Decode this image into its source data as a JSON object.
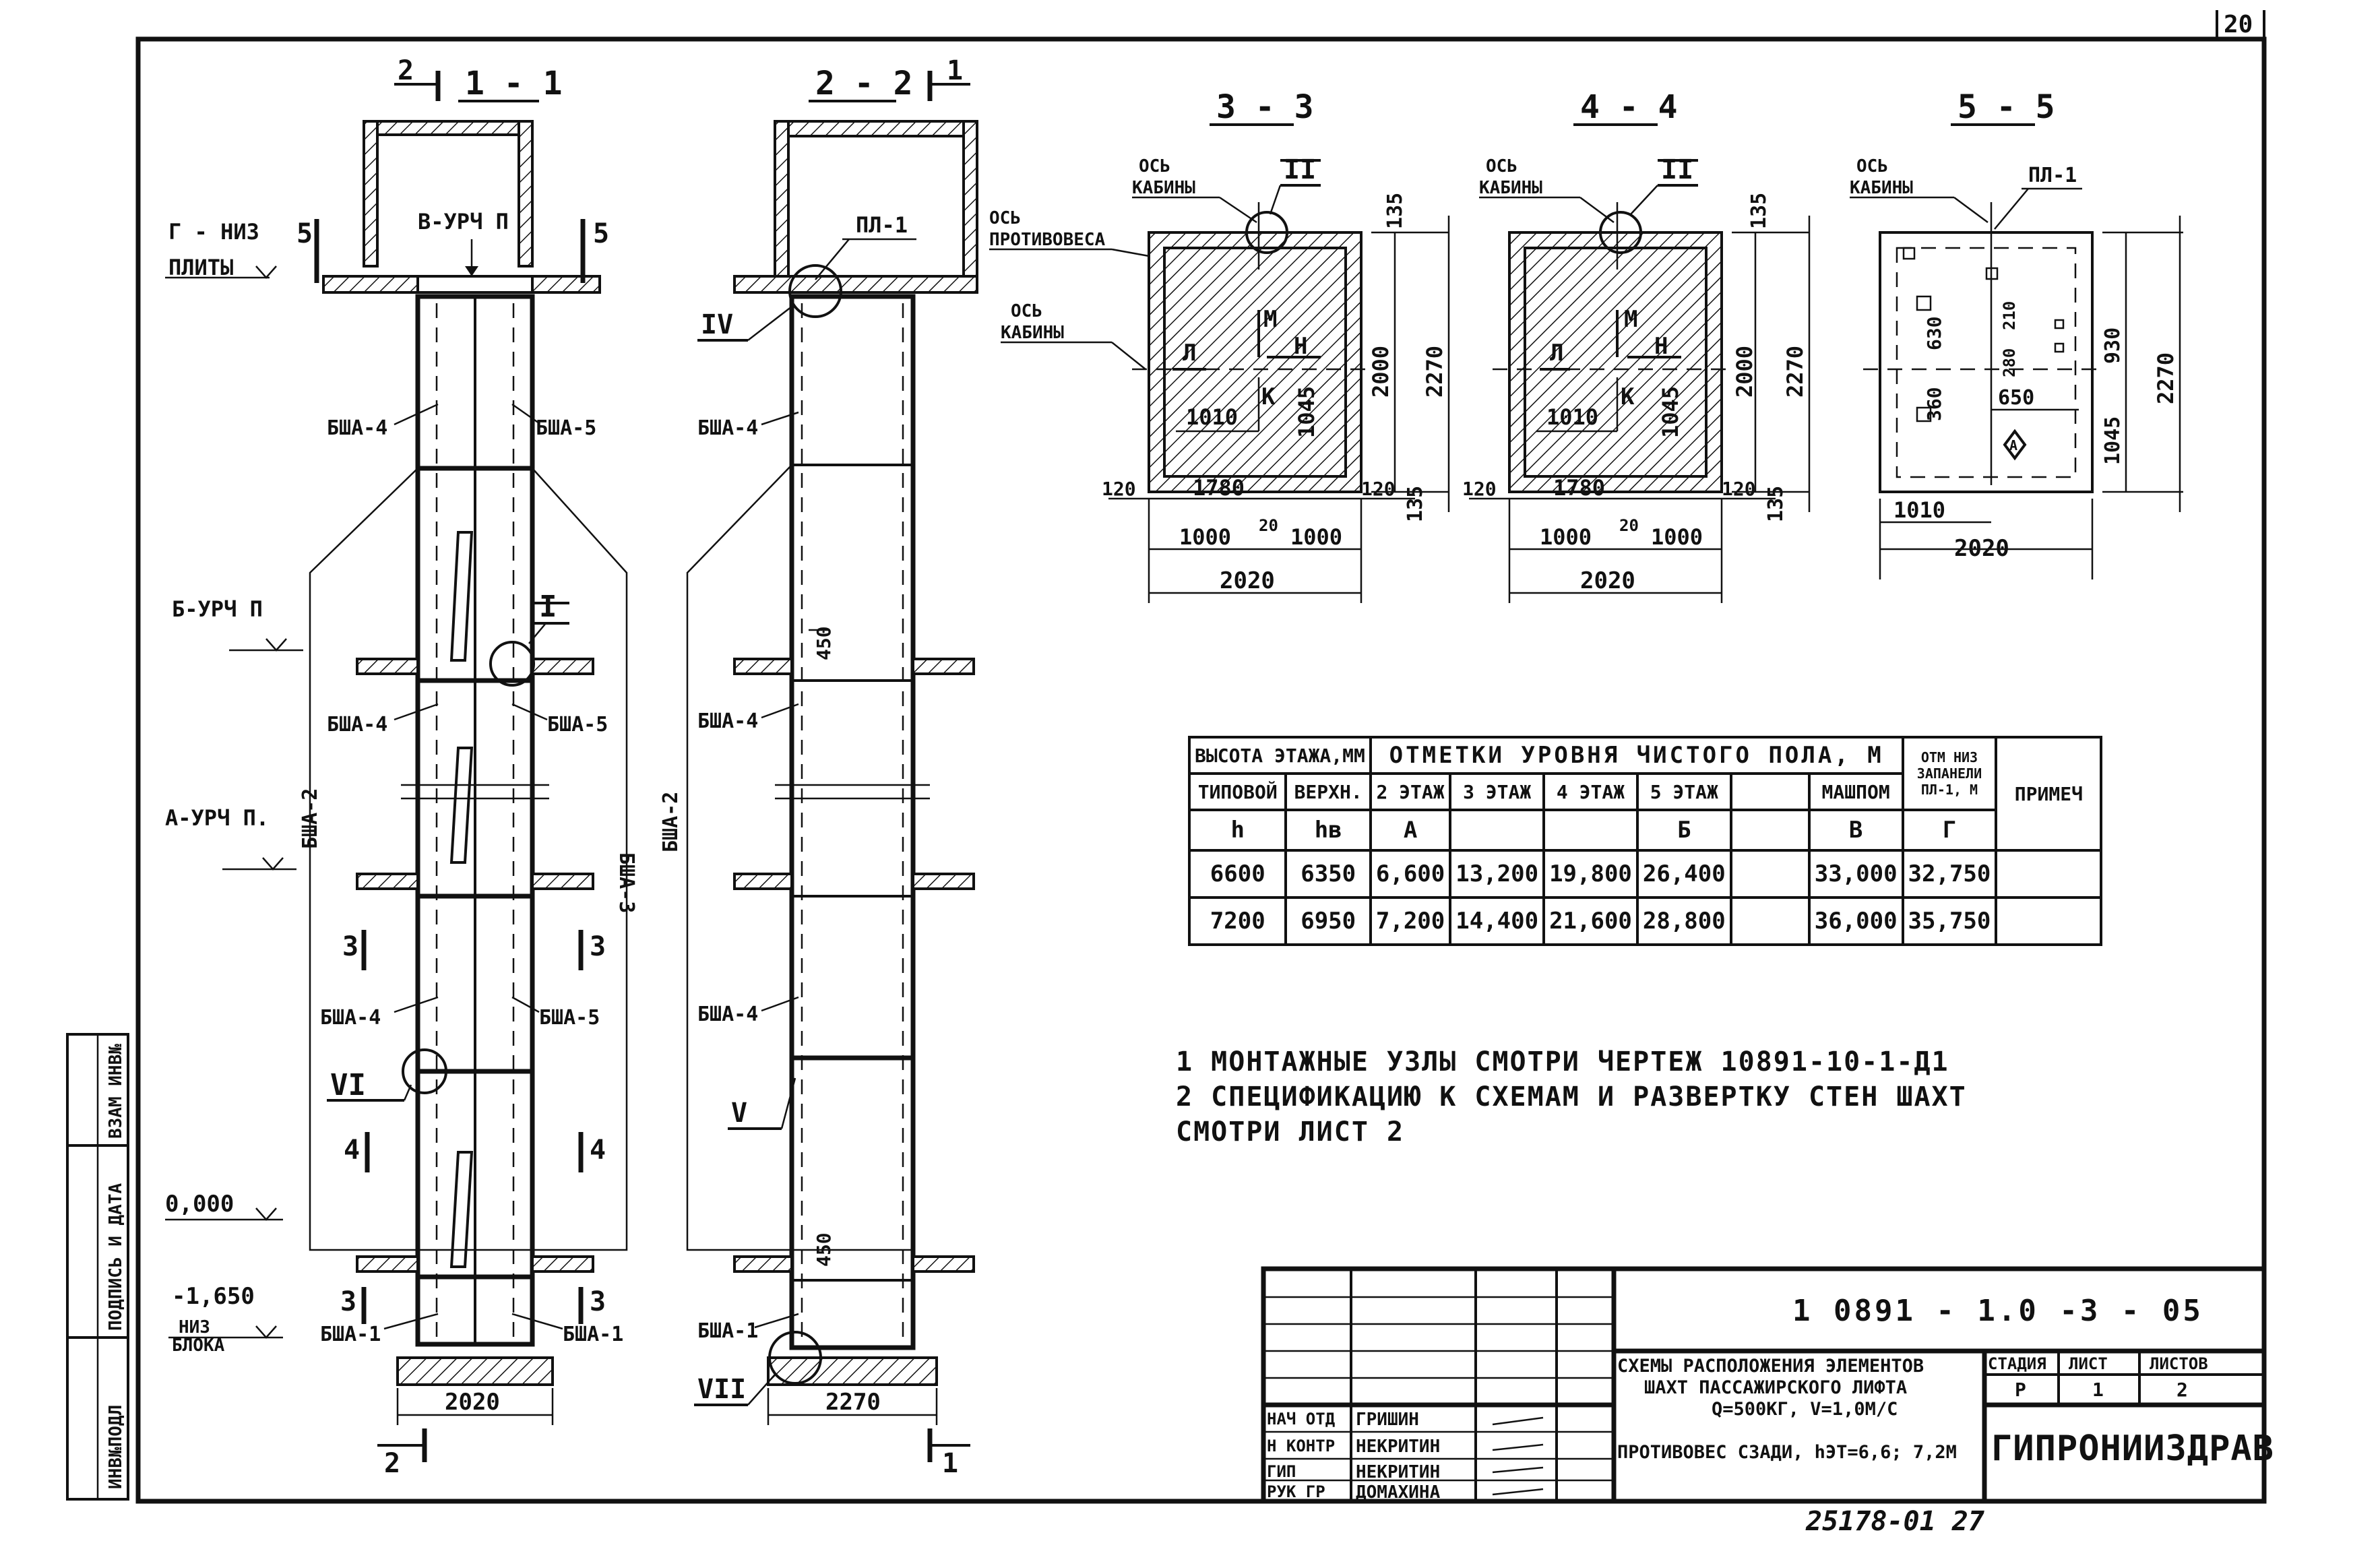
{
  "page_number": "20",
  "sections": {
    "s11": {
      "title": "1 - 1",
      "mark_left": "2",
      "mark_bottom": "2"
    },
    "s22": {
      "title": "2 - 2",
      "mark_right": "1",
      "mark_bottom": "1"
    },
    "s33": {
      "title": "3 - 3"
    },
    "s44": {
      "title": "4 - 4"
    },
    "s55": {
      "title": "5 - 5"
    }
  },
  "levels": {
    "g_niz_1": "Г - НИЗ",
    "g_niz_2": "ПЛИТЫ",
    "b_urch": "Б-УРЧ П",
    "a_urch": "А-УРЧ П.",
    "zero": "0,000",
    "minus": "-1,650",
    "niz_blok_1": "НИЗ",
    "niz_blok_2": "БЛОКА",
    "v_urch": "В-УРЧ П"
  },
  "labels": {
    "bsha4": "БША-4",
    "bsha5": "БША-5",
    "bsha1": "БША-1",
    "bsha2": "БША-2",
    "bsha3": "БША-3",
    "pl1": "ПЛ-1",
    "roman1": "I",
    "roman2": "II",
    "roman4": "IV",
    "roman5": "V",
    "roman6": "VI",
    "roman7": "VII",
    "num3": "3",
    "num4": "4",
    "num5": "5",
    "os_kab_1": "ОСЬ",
    "os_kab_2": "КАБИНЫ",
    "os_protiv_1": "ОСЬ",
    "os_protiv_2": "ПРОТИВОВЕСА",
    "L": "Л",
    "M": "М",
    "N": "Н",
    "K": "К",
    "A": "А"
  },
  "dims": {
    "d2020": "2020",
    "d2270": "2270",
    "d450": "450",
    "d135": "135",
    "d2000": "2000",
    "d1010": "1010",
    "d1045": "1045",
    "d120": "120",
    "d1780": "1780",
    "d1000": "1000",
    "d20": "20",
    "d630": "630",
    "d210": "210",
    "d280": "280",
    "d360": "360",
    "d650": "650",
    "d930": "930"
  },
  "table": {
    "head1": [
      "ВЫСОТА ЭТАЖА,ММ",
      "ОТМЕТКИ УРОВНЯ ЧИСТОГО ПОЛА, М",
      "ОТМ НИЗ ЗАПАНЕЛИ ПЛ-1, М",
      "ПРИМЕЧ"
    ],
    "head2": [
      "ТИПОВОЙ",
      "ВЕРХН.",
      "2 ЭТАЖ",
      "3 ЭТАЖ",
      "4 ЭТАЖ",
      "5 ЭТАЖ",
      "",
      "МАШПОМ"
    ],
    "head3": [
      "h",
      "hв",
      "А",
      "",
      "",
      "Б",
      "",
      "В",
      "Г"
    ],
    "rows": [
      [
        "6600",
        "6350",
        "6,600",
        "13,200",
        "19,800",
        "26,400",
        "",
        "33,000",
        "32,750"
      ],
      [
        "7200",
        "6950",
        "7,200",
        "14,400",
        "21,600",
        "28,800",
        "",
        "36,000",
        "35,750"
      ]
    ]
  },
  "notes": [
    "1 МОНТАЖНЫЕ УЗЛЫ СМОТРИ ЧЕРТЕЖ 10891-10-1-Д1",
    "2 СПЕЦИФИКАЦИЮ К СХЕМАМ И РАЗВЕРТКУ СТЕН ШАХТ",
    "   СМОТРИ ЛИСТ 2"
  ],
  "side_stamp": [
    "ИНВ№ПОДЛ",
    "ПОДПИСЬ И ДАТА",
    "ВЗАМ ИНВ№"
  ],
  "title_block": {
    "code": "1 0891 - 1.0 -3 - 05",
    "desc": [
      "СХЕМЫ РАСПОЛОЖЕНИЯ ЭЛЕМЕНТОВ",
      "ШАХТ ПАССАЖИРСКОГО ЛИФТА",
      "Q=500КГ, V=1,0М/С",
      "ПРОТИВОВЕС СЗАДИ, hЭТ=6,6; 7,2М"
    ],
    "stage_head": "СТАДИЯ",
    "sheet_head": "ЛИСТ",
    "sheets_head": "ЛИСТОВ",
    "stage": "Р",
    "sheet": "1",
    "sheets": "2",
    "org": "ГИПРОНИИЗДРАВ",
    "roles": [
      {
        "role": "НАЧ ОТД",
        "name": "ГРИШИН"
      },
      {
        "role": "Н КОНТР",
        "name": "НЕКРИТИН"
      },
      {
        "role": "ГИП",
        "name": "НЕКРИТИН"
      },
      {
        "role": "РУК ГР",
        "name": "ДОМАХИНА"
      }
    ],
    "archive": "25178-01  27"
  }
}
